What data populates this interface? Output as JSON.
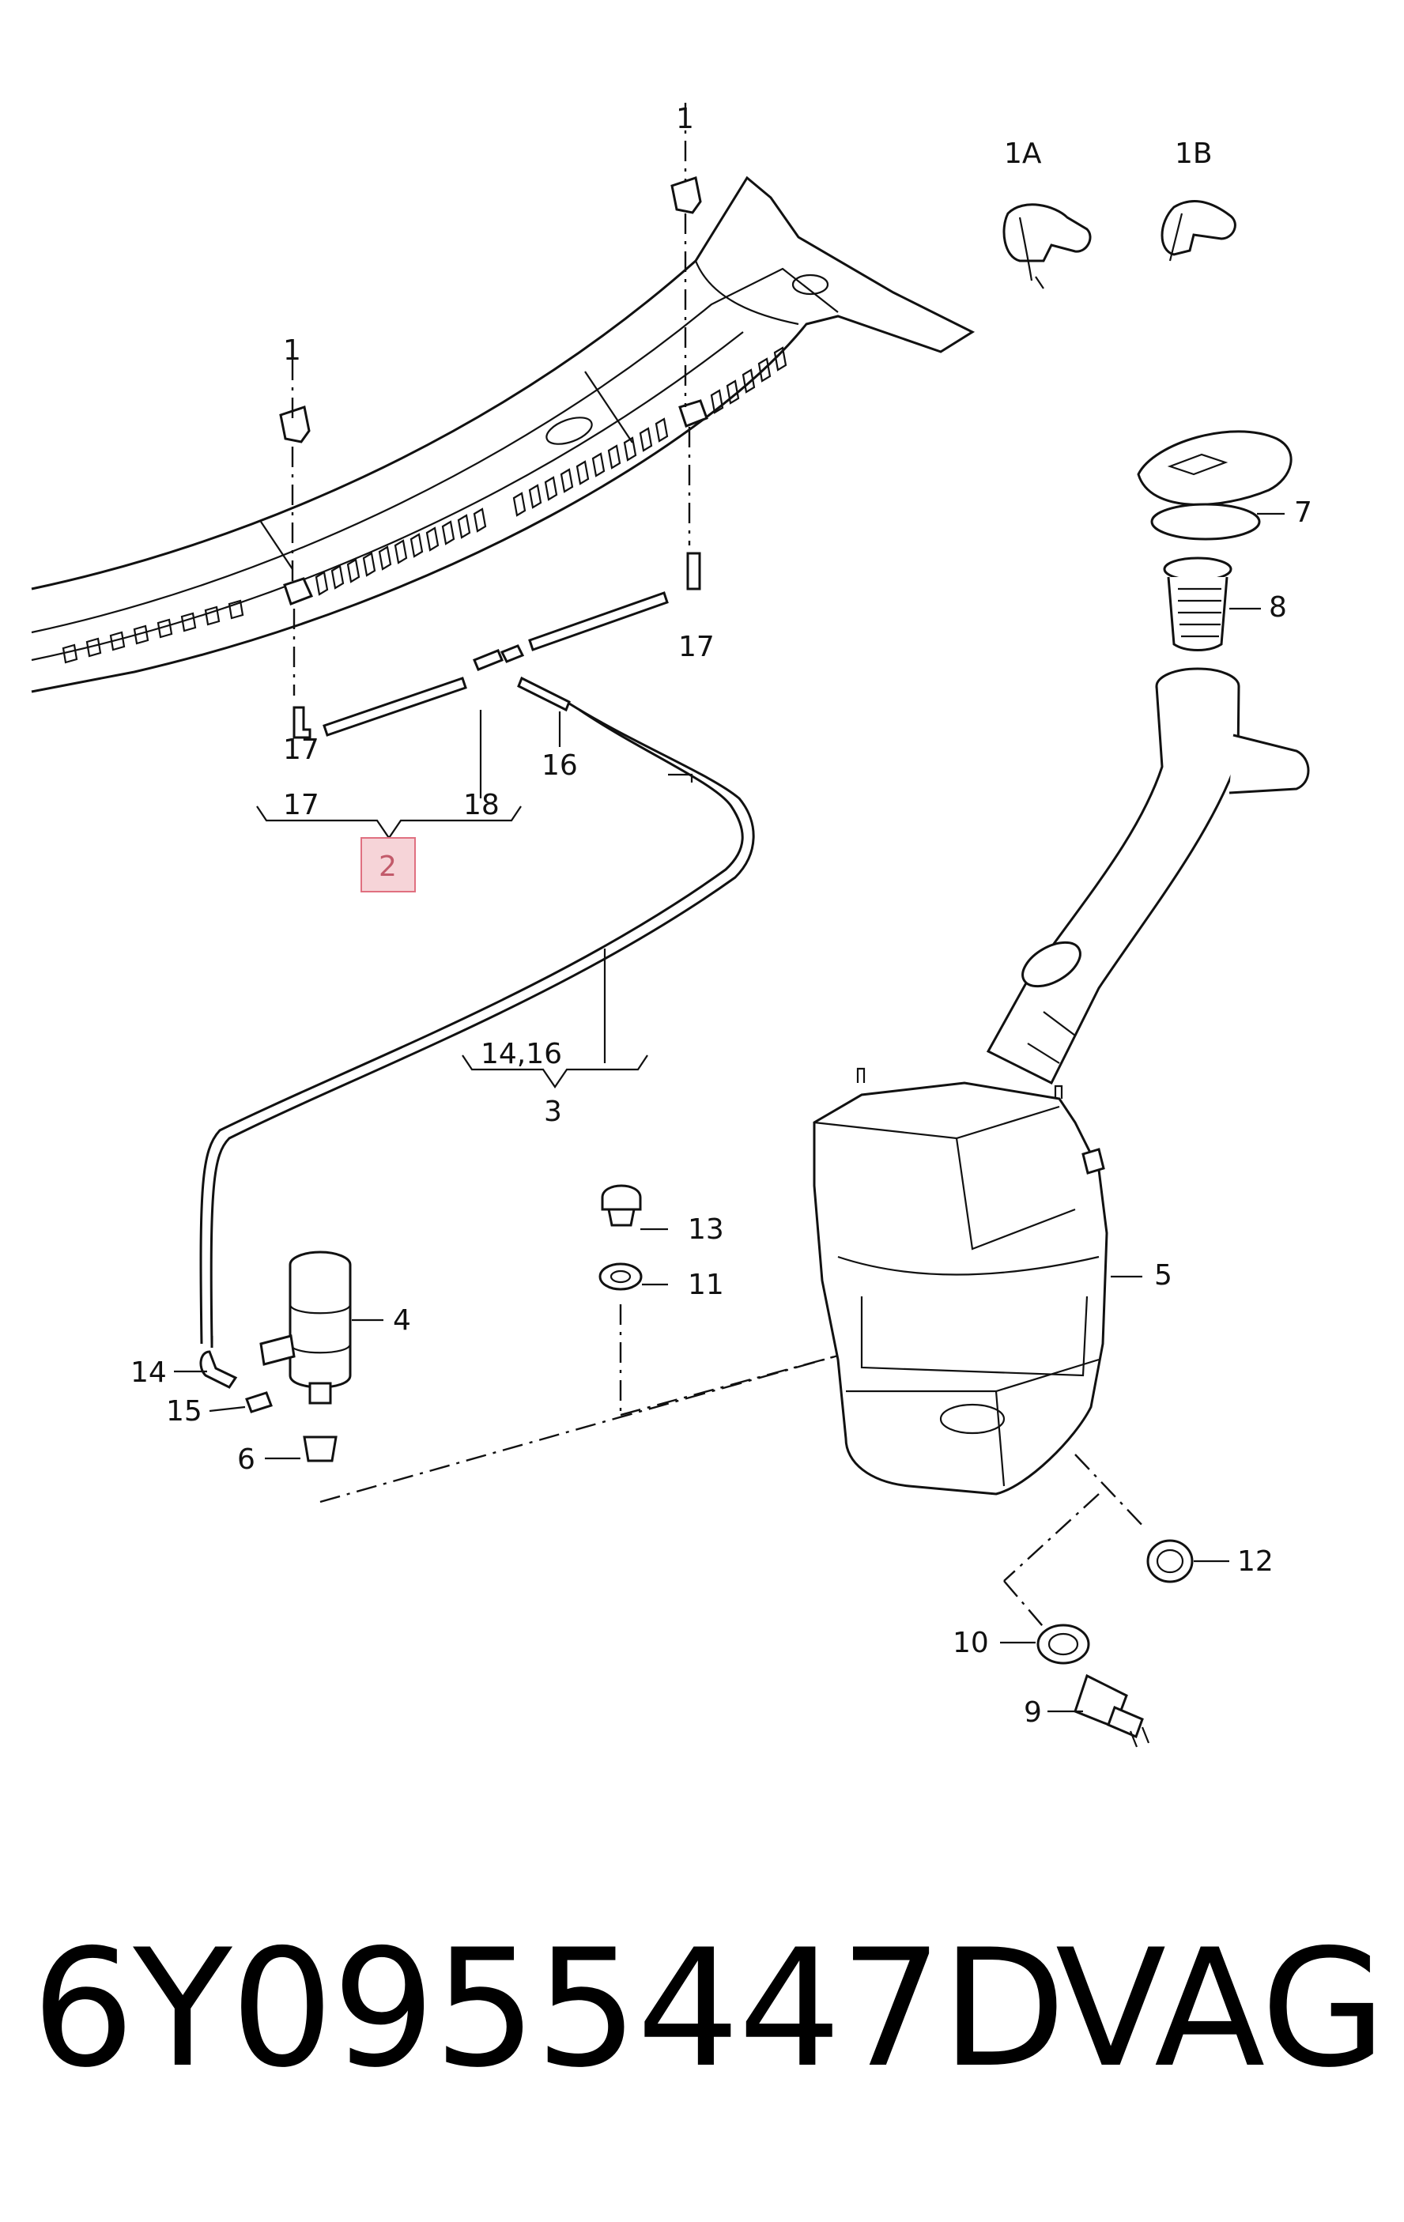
{
  "callouts": {
    "c1a": "1",
    "c1b": "1",
    "c1A": "1A",
    "c1B": "1B",
    "c2": "2",
    "c3": "3",
    "c4": "4",
    "c5": "5",
    "c6": "6",
    "c7": "7",
    "c8": "8",
    "c9": "9",
    "c10": "10",
    "c11": "11",
    "c12": "12",
    "c13": "13",
    "c14": "14",
    "c15": "15",
    "c14_16": "14,16",
    "c16": "16",
    "c17a": "17",
    "c17b": "17",
    "c17c": "17",
    "c18": "18"
  },
  "footer": {
    "part_number": "6Y0955447D",
    "brand": "VAG"
  },
  "colors": {
    "line": "#111111",
    "highlight_fill": "#f6d4d8",
    "highlight_text": "#c25a6a"
  }
}
